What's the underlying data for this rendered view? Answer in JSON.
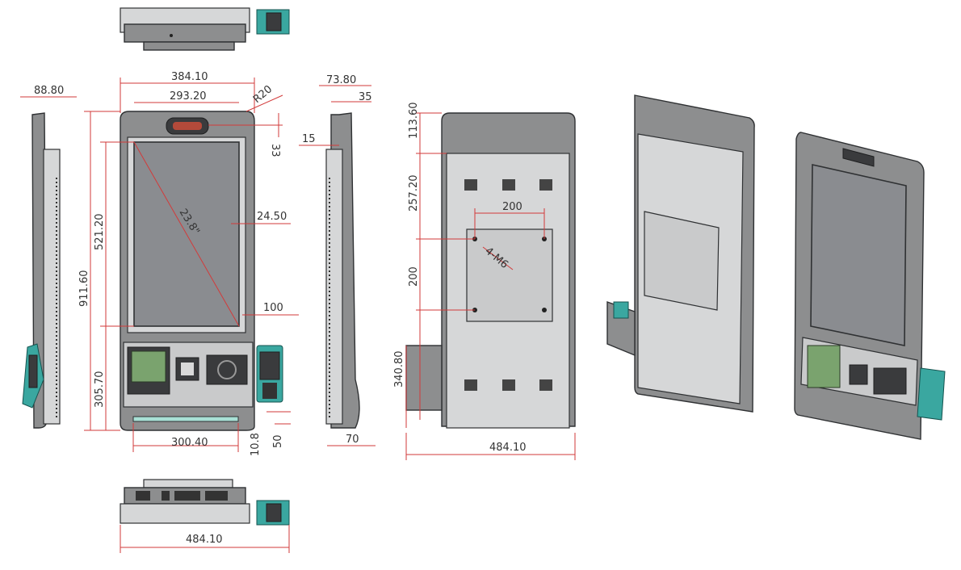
{
  "colors": {
    "dimension_line": "#d23a3a",
    "body": "#8d8e8f",
    "outline": "#2f3133",
    "accent_teal": "#3aa7a0",
    "printer_screen": "#7aa36e"
  },
  "dimensions": {
    "side_depth": "88.80",
    "front_width": "384.10",
    "screen_opening_width": "293.20",
    "corner_radius": "R20",
    "camera_offset": "33",
    "screen_diagonal": "23.8\"",
    "bezel_side": "24.50",
    "screen_height": "521.20",
    "overall_height": "911.60",
    "bezel_bottom": "100",
    "lower_section_height": "305.70",
    "light_bar_width": "300.40",
    "bottom_offset": "10.8",
    "bottom_margin": "50",
    "side2_depth": "73.80",
    "side2_top": "35",
    "side2_step": "15",
    "side2_base": "70",
    "rear_top": "113.60",
    "rear_to_vesa": "257.20",
    "vesa_spacing_h": "200",
    "vesa_spacing_v": "200",
    "vesa_screws": "4-M6",
    "bracket_height": "340.80",
    "rear_width": "484.10",
    "bottom_width": "484.10"
  }
}
